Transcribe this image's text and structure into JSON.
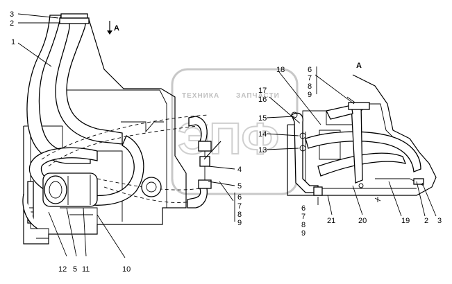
{
  "view_marker": {
    "left": "A",
    "right": "A"
  },
  "watermark": {
    "line1": "ТЕХНИКА",
    "line2": "ЗАПЧАСТИ",
    "logo": "ЭПФ"
  },
  "callouts_left": {
    "c1": "1",
    "c2": "2",
    "c3": "3",
    "c4": "4",
    "c5": "5",
    "c6": "6",
    "c7": "7",
    "c8": "8",
    "c9": "9",
    "c10": "10",
    "c11": "11",
    "c12": "12"
  },
  "callouts_bottom_left": {
    "c5": "5"
  },
  "callouts_right": {
    "c13": "13",
    "c14": "14",
    "c15": "15",
    "c16": "16",
    "c17": "17",
    "c18": "18",
    "c19": "19",
    "c20": "20",
    "c21": "21",
    "c2": "2",
    "c3": "3",
    "top6": "6",
    "top7": "7",
    "top8": "8",
    "top9": "9",
    "bot6": "6",
    "bot7": "7",
    "bot8": "8",
    "bot9": "9"
  }
}
